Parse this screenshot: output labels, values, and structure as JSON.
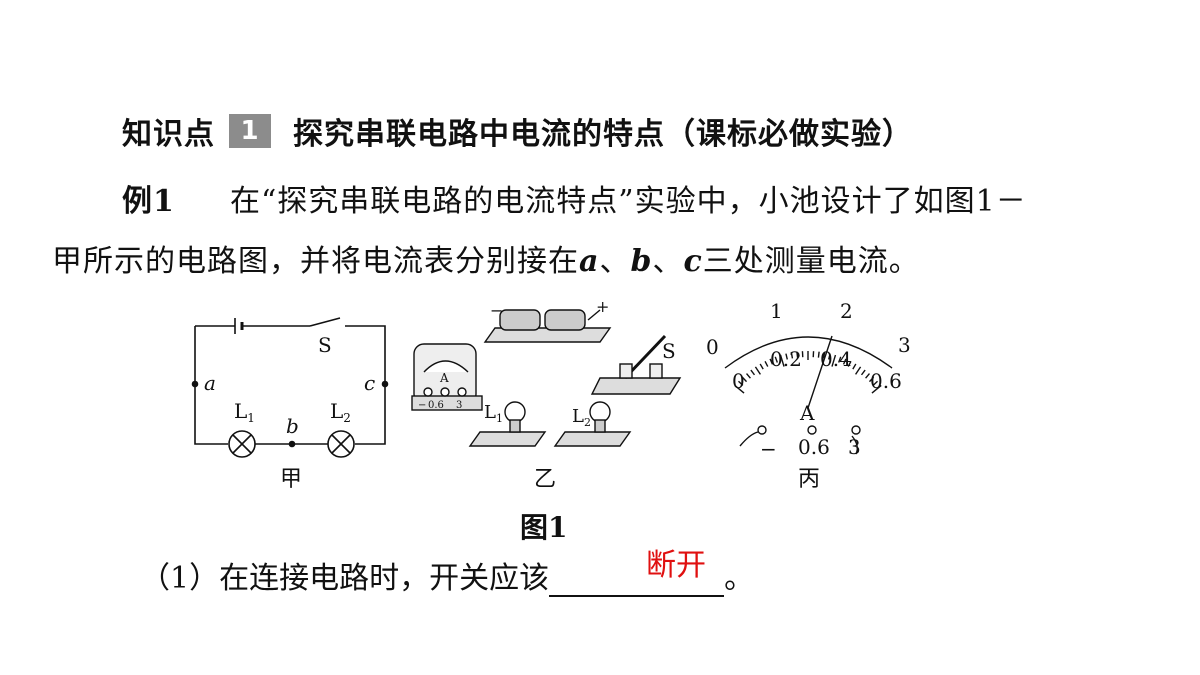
{
  "heading": {
    "prefix": "知识点",
    "badge": "1",
    "title": "探究串联电路中电流的特点（课标必做实验）"
  },
  "example": {
    "label": "例1",
    "line1_text": "在“探究串联电路的电流特点”实验中，小池设计了如图1－",
    "line2_pre": "甲所示的电路图，并将电流表分别接在",
    "a": "a",
    "sep1": "、",
    "b": "b",
    "sep2": "、",
    "c": "c",
    "line2_post": "三处测量电流。"
  },
  "figure": {
    "jia": {
      "switch": "S",
      "a": "a",
      "b": "b",
      "c": "c",
      "L1": "L",
      "L1_sub": "1",
      "L2": "L",
      "L2_sub": "2",
      "caption": "甲"
    },
    "yi": {
      "minus": "−",
      "plus": "+",
      "switch": "S",
      "ammeter": "A",
      "scale": "0.6",
      "term_minus": "−",
      "term_3": "3",
      "L1": "L",
      "L1_sub": "1",
      "L2": "L",
      "L2_sub": "2",
      "caption": "乙"
    },
    "bing": {
      "top_ticks": [
        "0",
        "1",
        "2",
        "3"
      ],
      "bottom_ticks": [
        "0",
        "0.2",
        "0.4",
        "0.6"
      ],
      "unit": "A",
      "term_minus": "−",
      "term_06": "0.6",
      "term_3": "3",
      "caption": "丙"
    },
    "caption": "图1"
  },
  "question1": {
    "number": "（1）",
    "text": "在连接电路时，开关应该",
    "end": "。",
    "answer": "断开",
    "answer_color": "#e01010"
  }
}
